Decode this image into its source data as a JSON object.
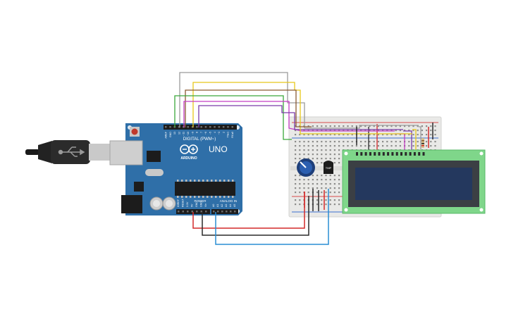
{
  "arduino": {
    "brand": "ARDUINO",
    "model": "UNO",
    "digital_label": "DIGITAL (PWM~)",
    "power_label": "POWER",
    "analog_label": "ANALOG IN",
    "header_pins": [
      "AREF",
      "GND",
      "13",
      "12",
      "~11",
      "~10",
      "~9",
      "8",
      "7",
      "~6",
      "~5",
      "4",
      "~3",
      "2",
      "TX▸1",
      "RX◂0"
    ],
    "power_pins": [
      "IOREF",
      "RESET",
      "3.3V",
      "5V",
      "GND",
      "GND",
      "Vin"
    ],
    "analog_pins": [
      "A0",
      "A1",
      "A2",
      "A3",
      "A4",
      "A5"
    ]
  },
  "sensor": {
    "label": "TMP"
  },
  "colors": {
    "board": "#2f6fa8",
    "breadboard": "#e9e9e7",
    "lcd_pcb": "#7fd68a",
    "lcd_screen": "#24385e",
    "wire_gray": "#9a9a9a",
    "wire_yellow": "#e8c81a",
    "wire_brown": "#8a5a32",
    "wire_magenta": "#c43dc4",
    "wire_purple": "#7a3aa8",
    "wire_green": "#3aa83a",
    "wire_red": "#d42a2a",
    "wire_black": "#2a2a2a",
    "wire_blue": "#2a8ed4"
  }
}
